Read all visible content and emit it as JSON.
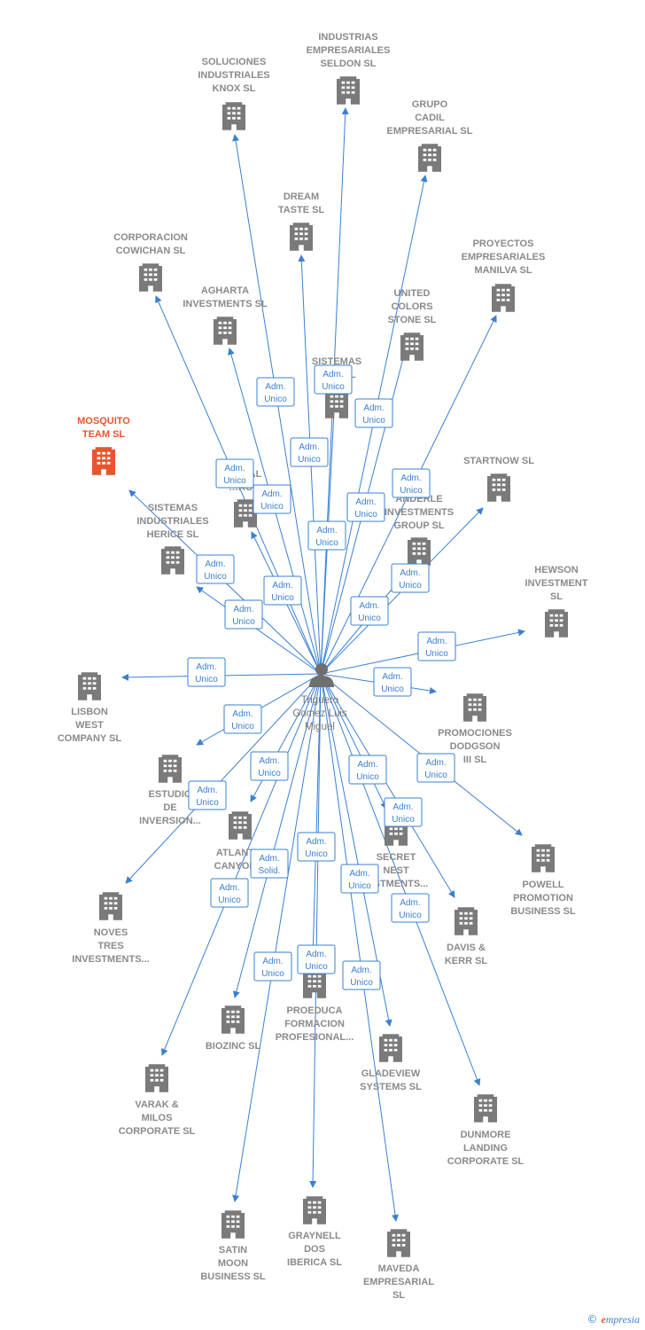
{
  "colors": {
    "edge": "#3a80d2",
    "building": "#7a7a7a",
    "highlight": "#e8552b",
    "label": "#8a8a8a"
  },
  "center": {
    "icon": "person-icon",
    "label_lines": [
      "Triguero",
      "Gomez Luis",
      "Miguel"
    ]
  },
  "nodes": [
    {
      "id": "n_soluciones",
      "lines": [
        "SOLUCIONES",
        "INDUSTRIALES",
        "KNOX SL"
      ]
    },
    {
      "id": "n_industrias",
      "lines": [
        "INDUSTRIAS",
        "EMPRESARIALES",
        "SELDON SL"
      ]
    },
    {
      "id": "n_grupo_cadil",
      "lines": [
        "GRUPO",
        "CADIL",
        "EMPRESARIAL SL"
      ]
    },
    {
      "id": "n_dream",
      "lines": [
        "DREAM",
        "TASTE SL"
      ]
    },
    {
      "id": "n_corporacion",
      "lines": [
        "CORPORACION",
        "COWICHAN SL"
      ]
    },
    {
      "id": "n_proyectos",
      "lines": [
        "PROYECTOS",
        "EMPRESARIALES",
        "MANILVA SL"
      ]
    },
    {
      "id": "n_agharta",
      "lines": [
        "AGHARTA",
        "INVESTMENTS SL"
      ]
    },
    {
      "id": "n_united",
      "lines": [
        "UNITED",
        "COLORS",
        "STONE SL"
      ]
    },
    {
      "id": "n_sistemas_he",
      "lines": [
        "SISTEMAS",
        "HE… SL"
      ]
    },
    {
      "id": "n_mosquito",
      "lines": [
        "MOSQUITO",
        "TEAM  SL"
      ],
      "highlight": true
    },
    {
      "id": "n_startnow",
      "lines": [
        "STARTNOW SL"
      ]
    },
    {
      "id": "n_cial",
      "lines": [
        "…CIAL",
        "…AC…"
      ]
    },
    {
      "id": "n_anderle",
      "lines": [
        "ANDERLE",
        "INVESTMENTS",
        "GROUP SL"
      ]
    },
    {
      "id": "n_sistemas_herice",
      "lines": [
        "SISTEMAS",
        "INDUSTRIALES",
        "HERICE  SL"
      ]
    },
    {
      "id": "n_hewson",
      "lines": [
        "HEWSON",
        "INVESTMENT",
        "SL"
      ]
    },
    {
      "id": "n_lisbon",
      "lines": [
        "LISBON",
        "WEST",
        "COMPANY  SL"
      ]
    },
    {
      "id": "n_promociones",
      "lines": [
        "PROMOCIONES",
        "DODGSON",
        "III SL"
      ]
    },
    {
      "id": "n_estudio",
      "lines": [
        "ESTUDIO",
        "DE",
        "INVERSION..."
      ]
    },
    {
      "id": "n_atlant",
      "lines": [
        "ATLANT…",
        "CANYON…"
      ]
    },
    {
      "id": "n_secret",
      "lines": [
        "SECRET",
        "NEST",
        "…STMENTS..."
      ]
    },
    {
      "id": "n_powell",
      "lines": [
        "POWELL",
        "PROMOTION",
        "BUSINESS  SL"
      ]
    },
    {
      "id": "n_noves",
      "lines": [
        "NOVES",
        "TRES",
        "INVESTMENTS..."
      ]
    },
    {
      "id": "n_davis",
      "lines": [
        "DAVIS &",
        "KERR SL"
      ]
    },
    {
      "id": "n_proeduca",
      "lines": [
        "PROEDUCA",
        "FORMACION",
        "PROFESIONAL..."
      ]
    },
    {
      "id": "n_biozinc",
      "lines": [
        "BIOZINC SL"
      ]
    },
    {
      "id": "n_gladeview",
      "lines": [
        "GLADEVIEW",
        "SYSTEMS  SL"
      ]
    },
    {
      "id": "n_varak",
      "lines": [
        "VARAK &",
        "MILOS",
        "CORPORATE SL"
      ]
    },
    {
      "id": "n_dunmore",
      "lines": [
        "DUNMORE",
        "LANDING",
        "CORPORATE SL"
      ]
    },
    {
      "id": "n_satin",
      "lines": [
        "SATIN",
        "MOON",
        "BUSINESS SL"
      ]
    },
    {
      "id": "n_graynell",
      "lines": [
        "GRAYNELL",
        "DOS",
        "IBERICA  SL"
      ]
    },
    {
      "id": "n_maveda",
      "lines": [
        "MAVEDA",
        "EMPRESARIAL",
        "SL"
      ]
    }
  ],
  "edges": [
    {
      "to": "n_soluciones",
      "lines": [
        "Adm.",
        "Unico"
      ]
    },
    {
      "to": "n_industrias",
      "lines": [
        "Adm.",
        "Unico"
      ]
    },
    {
      "to": "n_grupo_cadil",
      "lines": [
        "Adm.",
        "Unico"
      ]
    },
    {
      "to": "n_dream",
      "lines": [
        "Adm.",
        "Unico"
      ]
    },
    {
      "to": "n_corporacion",
      "lines": [
        "Adm.",
        "Unico"
      ]
    },
    {
      "to": "n_proyectos",
      "lines": [
        "Adm.",
        "Unico"
      ]
    },
    {
      "to": "n_agharta",
      "lines": [
        "Adm.",
        "Unico"
      ]
    },
    {
      "to": "n_united",
      "lines": [
        "Adm.",
        "Unico"
      ]
    },
    {
      "to": "n_sistemas_he",
      "lines": [
        "Adm.",
        "Unico"
      ]
    },
    {
      "to": "n_mosquito",
      "lines": [
        "Adm.",
        "Unico"
      ]
    },
    {
      "to": "n_startnow",
      "lines": [
        "Adm.",
        "Unico"
      ]
    },
    {
      "to": "n_cial",
      "lines": [
        "Adm.",
        "Unico"
      ]
    },
    {
      "to": "n_anderle",
      "lines": [
        "Adm.",
        "Unico"
      ]
    },
    {
      "to": "n_sistemas_herice",
      "lines": [
        "Adm.",
        "Unico"
      ]
    },
    {
      "to": "n_hewson",
      "lines": [
        "Adm.",
        "Unico"
      ]
    },
    {
      "to": "n_lisbon",
      "lines": [
        "Adm.",
        "Unico"
      ]
    },
    {
      "to": "n_promociones",
      "lines": [
        "Adm.",
        "Unico"
      ]
    },
    {
      "to": "n_estudio",
      "lines": [
        "Adm.",
        "Unico"
      ]
    },
    {
      "to": "n_atlant",
      "lines": [
        "Adm.",
        "Unico"
      ]
    },
    {
      "to": "n_secret",
      "lines": [
        "Adm.",
        "Unico"
      ]
    },
    {
      "to": "n_powell",
      "lines": [
        "Adm.",
        "Unico"
      ]
    },
    {
      "to": "n_noves",
      "lines": [
        "Adm.",
        "Unico"
      ]
    },
    {
      "to": "n_davis",
      "lines": [
        "Adm.",
        "Unico"
      ]
    },
    {
      "to": "n_proeduca",
      "lines": [
        "Adm.",
        "Solid."
      ]
    },
    {
      "to": "n_biozinc",
      "lines": [
        "Adm.",
        "Unico"
      ]
    },
    {
      "to": "n_gladeview",
      "lines": [
        "Adm.",
        "Unico"
      ]
    },
    {
      "to": "n_varak",
      "lines": [
        "Adm.",
        "Unico"
      ]
    },
    {
      "to": "n_dunmore",
      "lines": [
        "Adm.",
        "Unico"
      ]
    },
    {
      "to": "n_satin",
      "lines": [
        "Adm.",
        "Unico"
      ]
    },
    {
      "to": "n_graynell",
      "lines": [
        "Adm.",
        "Unico"
      ]
    },
    {
      "to": "n_maveda",
      "lines": [
        "Adm.",
        "Unico"
      ]
    }
  ],
  "footer": {
    "copyright": "©",
    "brand_initial": "e",
    "brand_rest": "mpresia"
  }
}
